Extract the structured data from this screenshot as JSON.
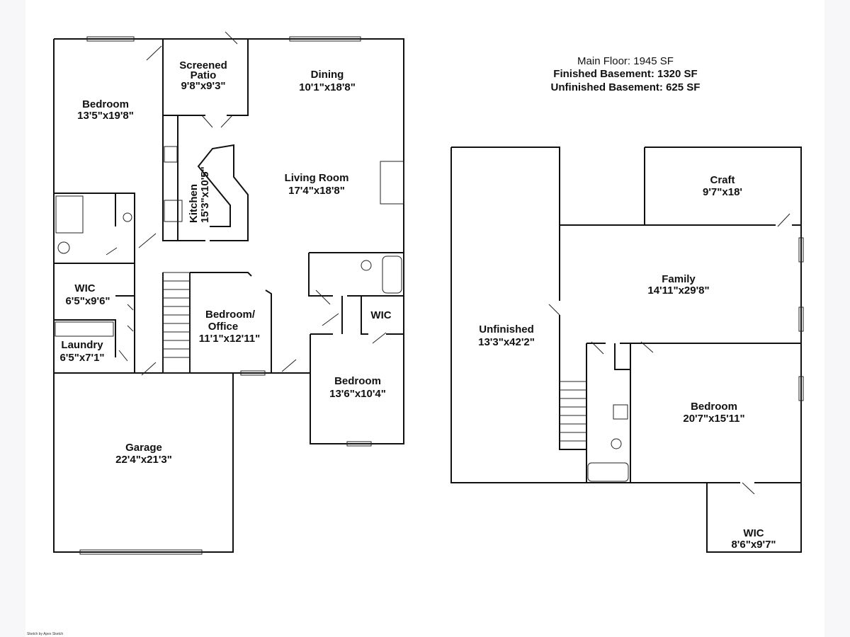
{
  "summary": {
    "main_floor": "Main Floor: 1945 SF",
    "finished_basement": "Finished Basement: 1320 SF",
    "unfinished_basement": "Unfinished Basement: 625 SF"
  },
  "main_floor": {
    "rooms": [
      {
        "name": "Bedroom",
        "size": "13'5\"x19'8\""
      },
      {
        "name": "Screened",
        "name2": "Patio",
        "size": "9'8\"x9'3\""
      },
      {
        "name": "Dining",
        "size": "10'1\"x18'8\""
      },
      {
        "name": "Living Room",
        "size": "17'4\"x18'8\""
      },
      {
        "name": "Kitchen",
        "size": "15'3\"x10'5\""
      },
      {
        "name": "WIC",
        "size": "6'5\"x9'6\""
      },
      {
        "name": "Laundry",
        "size": "6'5\"x7'1\""
      },
      {
        "name": "Bedroom/",
        "name2": "Office",
        "size": "11'1\"x12'11\""
      },
      {
        "name": "WIC"
      },
      {
        "name": "Bedroom",
        "size": "13'6\"x10'4\""
      },
      {
        "name": "Garage",
        "size": "22'4\"x21'3\""
      }
    ]
  },
  "basement": {
    "rooms": [
      {
        "name": "Craft",
        "size": "9'7\"x18'"
      },
      {
        "name": "Family",
        "size": "14'11\"x29'8\""
      },
      {
        "name": "Unfinished",
        "size": "13'3\"x42'2\""
      },
      {
        "name": "Bedroom",
        "size": "20'7\"x15'11\""
      },
      {
        "name": "WIC",
        "size": "8'6\"x9'7\""
      }
    ]
  },
  "credit": "Sketch by Apex Sketch"
}
